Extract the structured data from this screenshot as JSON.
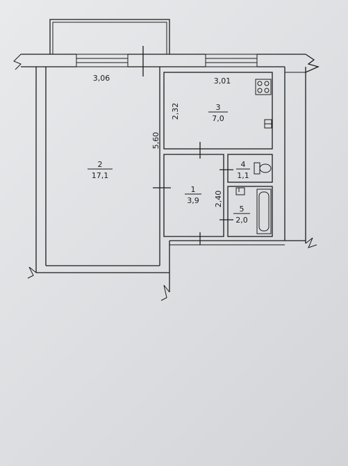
{
  "plan": {
    "rooms": [
      {
        "number": "1",
        "area": "3,9"
      },
      {
        "number": "2",
        "area": "17,1"
      },
      {
        "number": "3",
        "area": "7,0"
      },
      {
        "number": "4",
        "area": "1,1"
      },
      {
        "number": "5",
        "area": "2,0"
      }
    ],
    "dimensions": {
      "room2_width": "3,06",
      "room2_length": "5,60",
      "room3_width": "3,01",
      "room3_depth": "2,32",
      "bath_depth": "2,40"
    },
    "colors": {
      "ink": "#1b1b1b",
      "paper": "#e2e4e6"
    },
    "icons": [
      "stove-icon",
      "toilet-icon",
      "bathtub-icon",
      "sink-icon"
    ]
  }
}
